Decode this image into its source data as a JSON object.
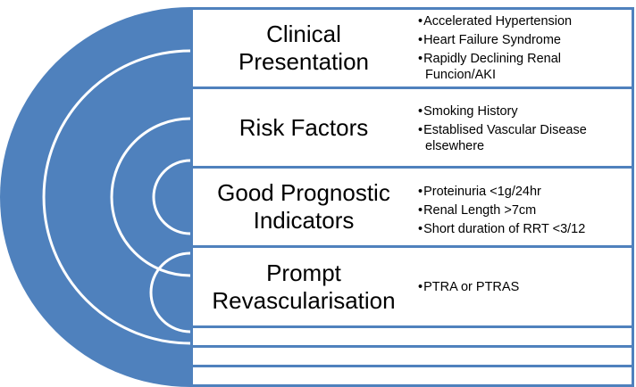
{
  "colors": {
    "accent": "#4f81bd",
    "border": "#4f81bd",
    "background": "#ffffff"
  },
  "rows": [
    {
      "title": "Clinical\nPresentation",
      "bullets": [
        "Accelerated Hypertension",
        "Heart Failure Syndrome",
        "Rapidly Declining Renal Funcion/AKI"
      ]
    },
    {
      "title": "Risk Factors",
      "bullets": [
        "Smoking History",
        "Establised Vascular Disease elsewhere"
      ]
    },
    {
      "title": "Good Prognostic\nIndicators",
      "bullets": [
        "Proteinuria <1g/24hr",
        "Renal Length >7cm",
        "Short duration of RRT <3/12"
      ]
    },
    {
      "title": "Prompt\nRevascularisation",
      "bullets": [
        "PTRA or PTRAS"
      ]
    }
  ]
}
